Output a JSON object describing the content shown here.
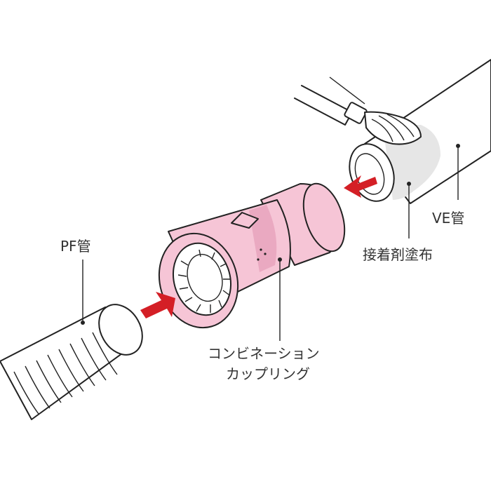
{
  "labels": {
    "pf_pipe": "PF管",
    "ve_pipe": "VE管",
    "adhesive": "接着剤塗布",
    "coupling_line1": "コンビネーション",
    "coupling_line2": "カップリング"
  },
  "colors": {
    "coupling_fill": "#f6c5d6",
    "coupling_shade": "#eaa9c1",
    "arrow": "#d41f26",
    "adhesive_band": "#e6e6e6",
    "outline": "#222222"
  },
  "icons": {
    "insert_arrow": "red-arrow-icon",
    "brush": "brush-icon"
  }
}
